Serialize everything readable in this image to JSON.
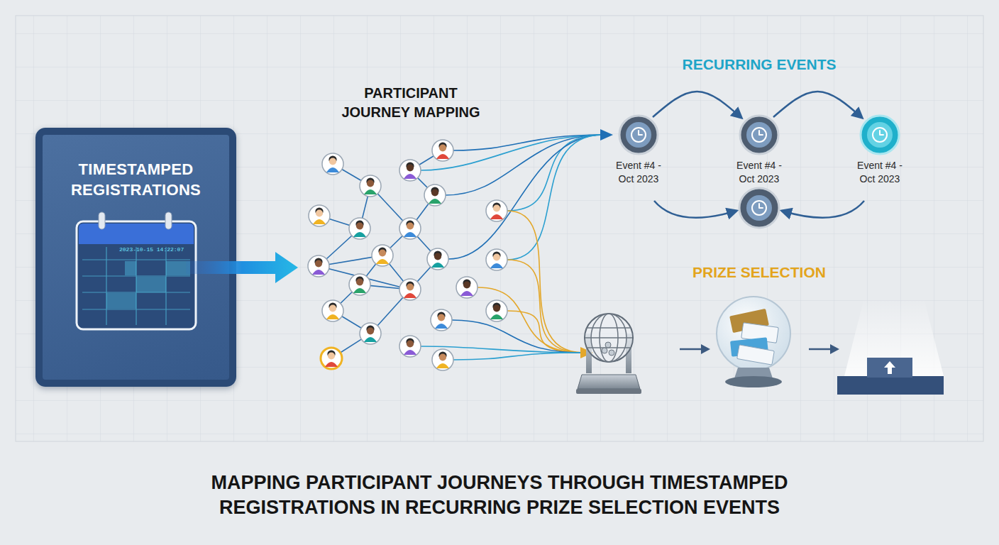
{
  "diagram": {
    "title": "MAPPING PARTICIPANT JOURNEYS THROUGH TIMESTAMPED REGISTRATIONS IN RECURRING PRIZE SELECTION EVENTS",
    "nodes": [
      {
        "text": [
          "TIMESTAMPED REGISTRATIONS"
        ]
      },
      {
        "text": [
          "Event #4 - Oct 2023"
        ]
      },
      {
        "text": [
          "Event #4 - Oct 2023"
        ]
      },
      {
        "text": [
          "Event #4 - Oct 2023"
        ]
      }
    ],
    "edges": [
      {
        "from": 1,
        "to": 2,
        "arrow": "to"
      },
      {
        "from": 2,
        "to": 3,
        "arrow": "to"
      }
    ],
    "labels": [
      "PARTICIPANT JOURNEY MAPPING",
      "RECURRING EVENTS",
      "PRIZE SELECTION",
      "2023-10-15 14:22:07"
    ]
  }
}
